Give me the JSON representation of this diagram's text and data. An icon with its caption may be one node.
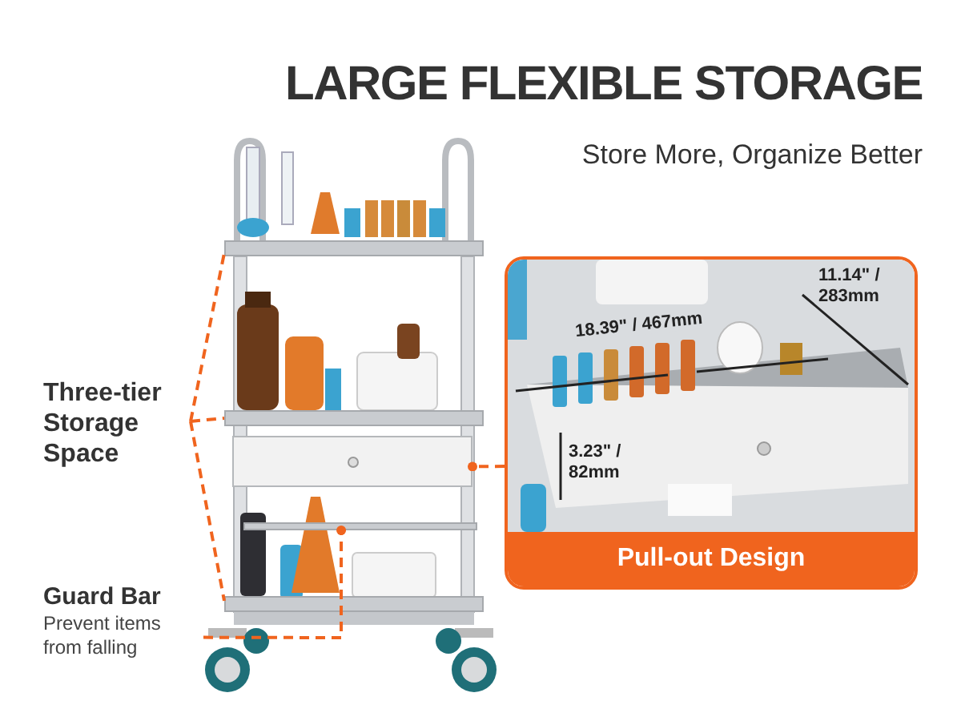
{
  "diagram": {
    "title": "LARGE FLEXIBLE STORAGE",
    "nodes": [
      {
        "text": [
          "Three-tier Storage Space"
        ]
      },
      {
        "text": [],
        "shape": "bar"
      },
      {
        "text": [],
        "shape": "bar"
      },
      {
        "text": [],
        "shape": "bar"
      },
      {
        "text": [
          "Guard Bar",
          "Prevent items from falling"
        ]
      },
      {
        "text": [],
        "shape": "bar"
      },
      {
        "text": [],
        "shape": "box"
      },
      {
        "text": [
          "Pull-out Design"
        ]
      }
    ],
    "edges": [
      {
        "from": 0,
        "to": 1,
        "arrow": "none",
        "style": "dashed"
      },
      {
        "from": 0,
        "to": 2,
        "arrow": "none",
        "style": "dashed"
      },
      {
        "from": 0,
        "to": 5,
        "arrow": "none",
        "style": "dashed"
      },
      {
        "from": 4,
        "to": 3,
        "arrow": "other",
        "style": "dashed"
      },
      {
        "from": 7,
        "to": 6,
        "arrow": "other",
        "style": "dashed"
      }
    ],
    "labels": [
      "Store More, Organize Better",
      "11.14\" / 283mm",
      "18.39\" / 467mm",
      "3.23\" / 82mm"
    ]
  }
}
